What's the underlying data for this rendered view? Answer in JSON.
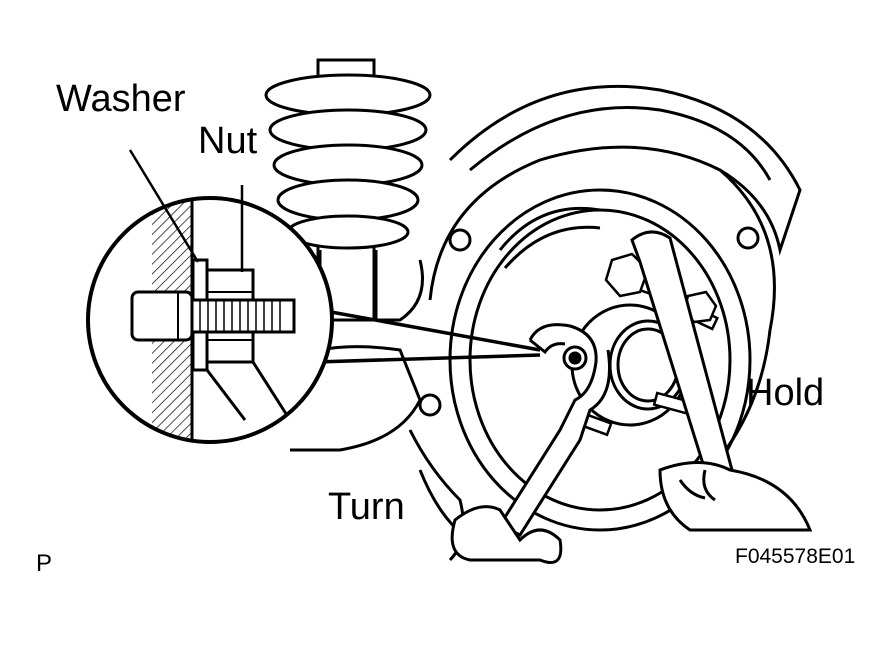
{
  "labels": {
    "washer": "Washer",
    "nut": "Nut",
    "hold": "Hold",
    "turn": "Turn",
    "corner_mark": "P",
    "figure_code": "F045578E01"
  },
  "colors": {
    "ink": "#000000",
    "paper": "#ffffff"
  }
}
